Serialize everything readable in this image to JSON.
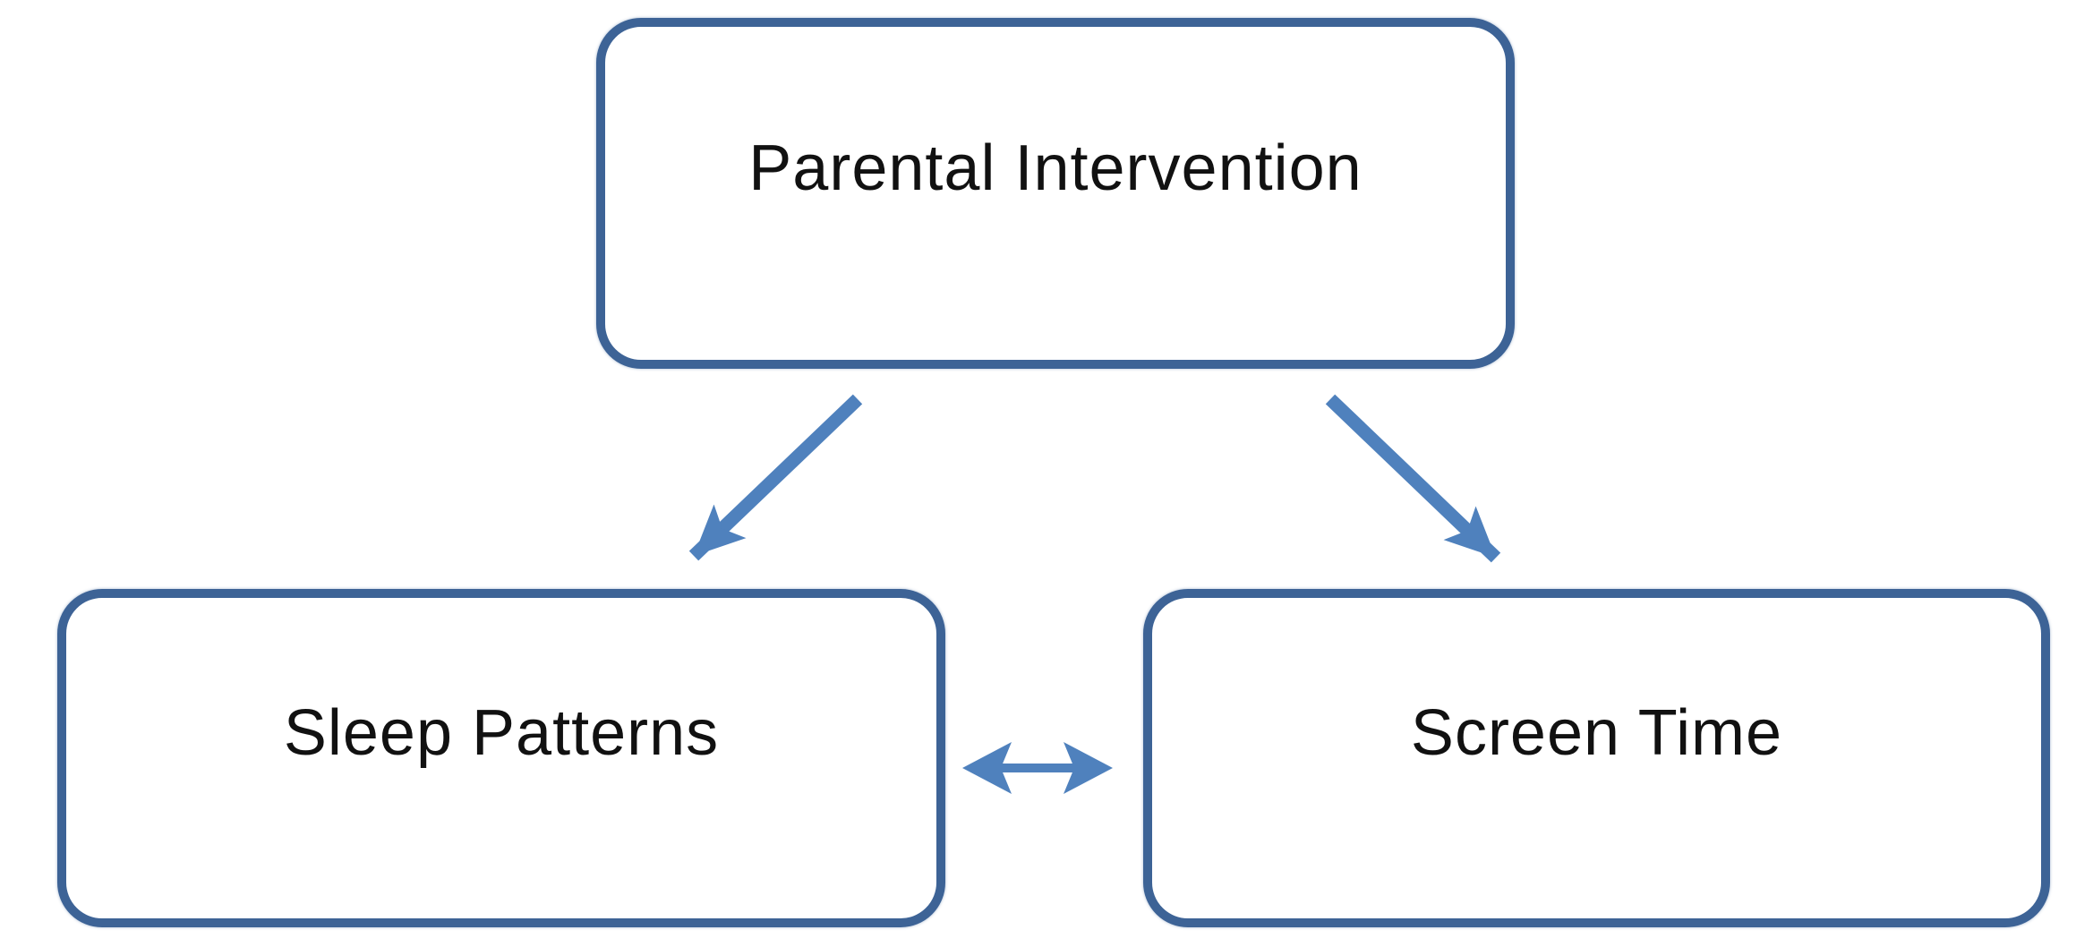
{
  "diagram": {
    "type": "concept-diagram",
    "nodes": [
      {
        "id": "parental-intervention",
        "label": "Parental Intervention"
      },
      {
        "id": "sleep-patterns",
        "label": "Sleep Patterns"
      },
      {
        "id": "screen-time",
        "label": "Screen Time"
      }
    ],
    "edges": [
      {
        "from": "parental-intervention",
        "to": "sleep-patterns",
        "directed": true,
        "bidirectional": false
      },
      {
        "from": "parental-intervention",
        "to": "screen-time",
        "directed": true,
        "bidirectional": false
      },
      {
        "from": "sleep-patterns",
        "to": "screen-time",
        "directed": true,
        "bidirectional": true
      }
    ]
  },
  "theme": {
    "bg": "#ffffff",
    "node-fill": "#ffffff",
    "node-border": "#3d6396",
    "arrow": "#4f81bd",
    "text": "#111111"
  }
}
